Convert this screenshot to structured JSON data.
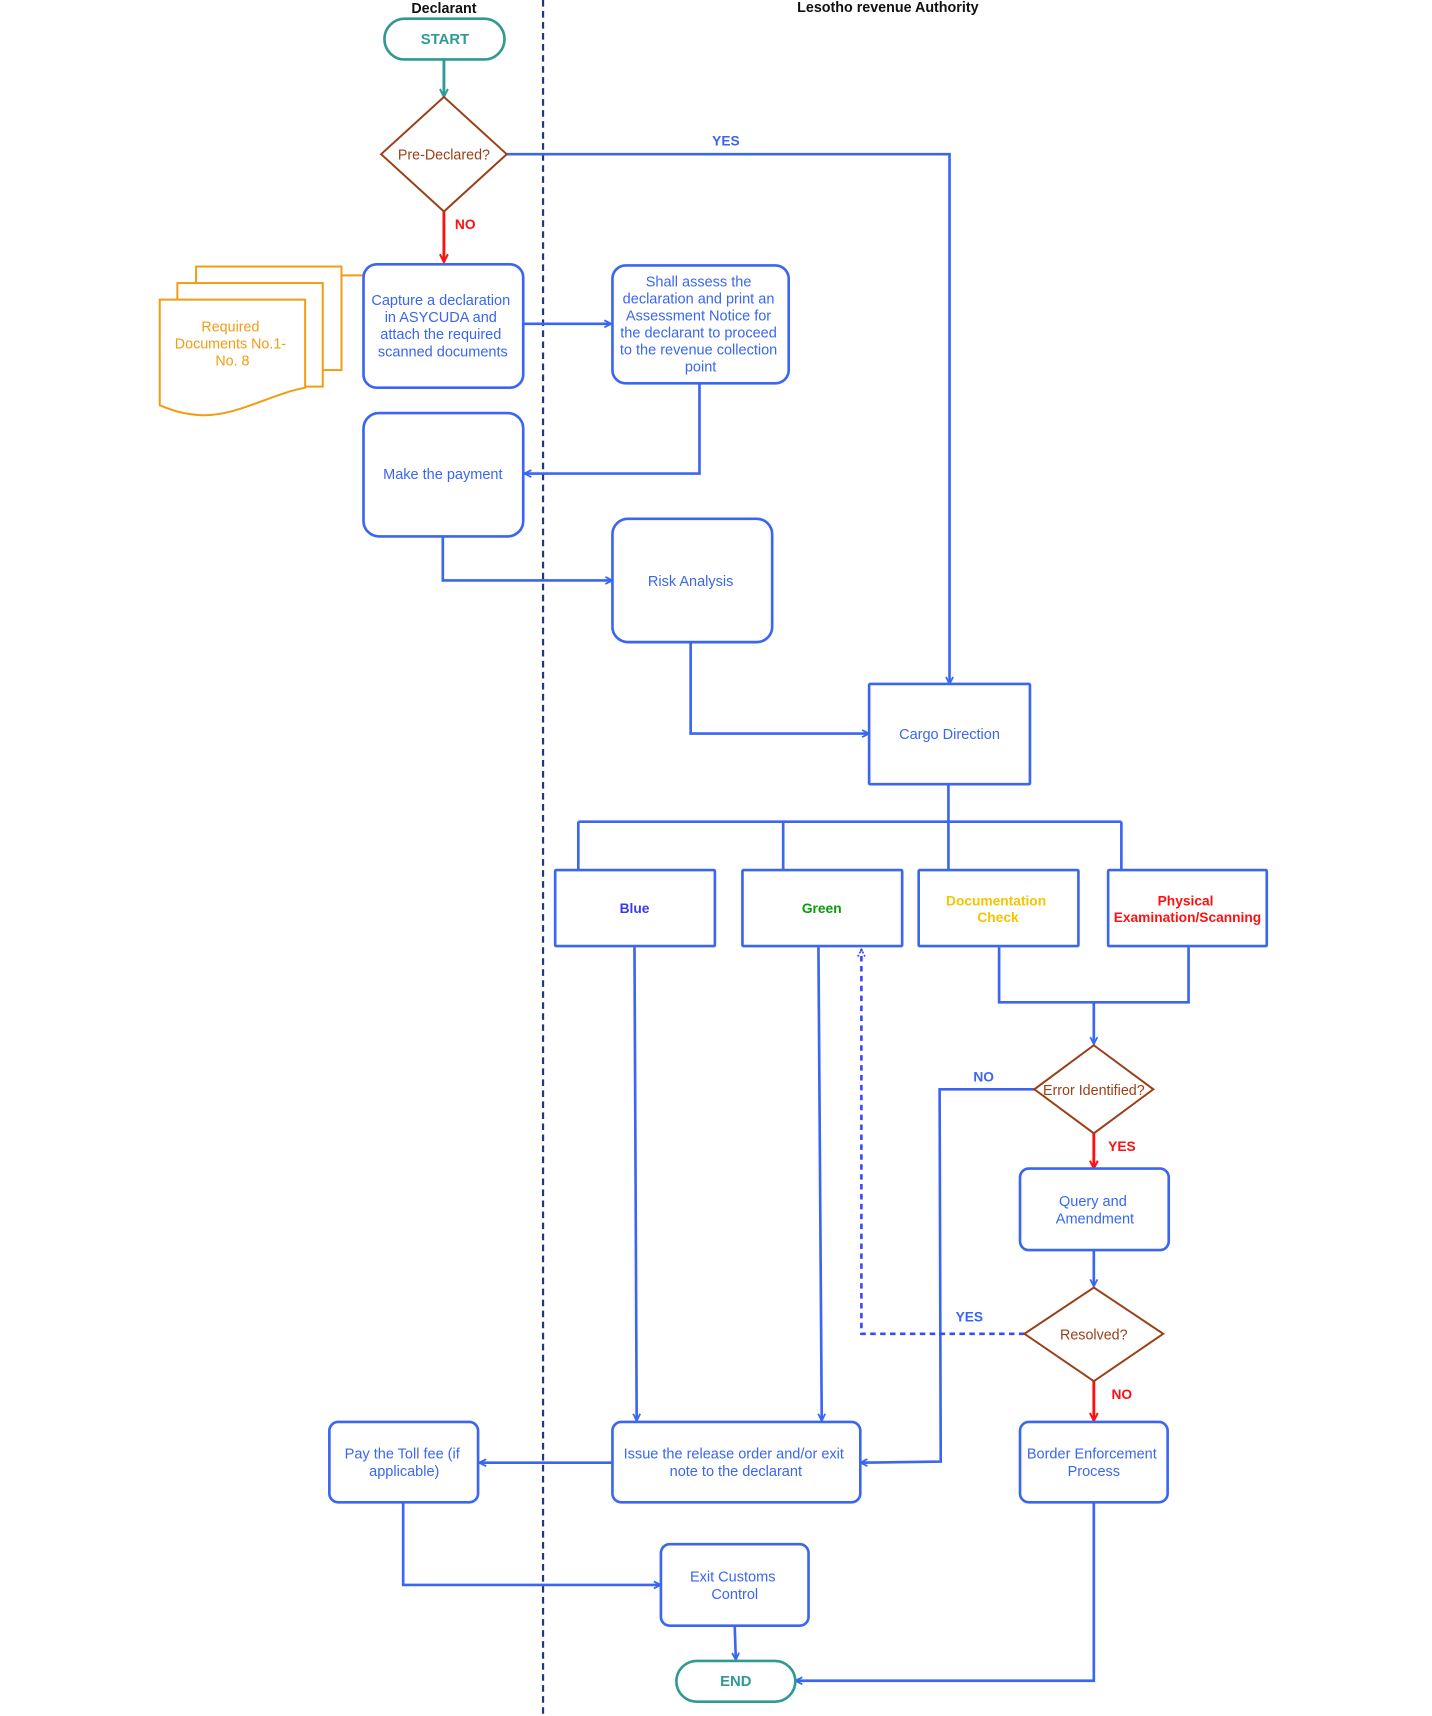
{
  "lanes": {
    "declarant": "Declarant",
    "authority": "Lesotho revenue Authority"
  },
  "colors": {
    "process_blue": "#3a66f2",
    "terminal_teal": "#2f9a94",
    "decision_brown": "#9a3f16",
    "document_orange": "#f39c12",
    "negative_red": "#ff1010",
    "category_blue": "#3a3af0",
    "category_green": "#0a9a0a",
    "category_yellow": "#f5c400",
    "category_red": "#ff1010"
  },
  "nodes": {
    "start": "START",
    "end": "END",
    "pre_declared": "Pre-Declared?",
    "documents": [
      "Required",
      "Documents No.1-",
      "No. 8"
    ],
    "capture": [
      "Capture a declaration",
      "in ASYCUDA and",
      "attach the required",
      "scanned documents"
    ],
    "assess": [
      "Shall assess the",
      "declaration and print an",
      "Assessment Notice for",
      "the declarant to proceed",
      "to the revenue collection",
      "point"
    ],
    "payment": "Make the payment",
    "risk": "Risk Analysis",
    "cargo": "Cargo Direction",
    "cat_blue": "Blue",
    "cat_green": "Green",
    "cat_doc": [
      "Documentation",
      "Check"
    ],
    "cat_phys": [
      "Physical",
      "Examination/Scanning"
    ],
    "error": "Error Identified?",
    "query": [
      "Query and",
      "Amendment"
    ],
    "resolved": "Resolved?",
    "border": [
      "Border Enforcement",
      "Process"
    ],
    "release": [
      "Issue the release order and/or exit",
      "note to the declarant"
    ],
    "toll": [
      "Pay the Toll fee (if",
      "applicable)"
    ],
    "exit": [
      "Exit Customs",
      "Control"
    ]
  },
  "edge_labels": {
    "pre_declared_yes": "YES",
    "pre_declared_no": "NO",
    "error_no": "NO",
    "error_yes": "YES",
    "resolved_yes": "YES",
    "resolved_no": "NO"
  }
}
